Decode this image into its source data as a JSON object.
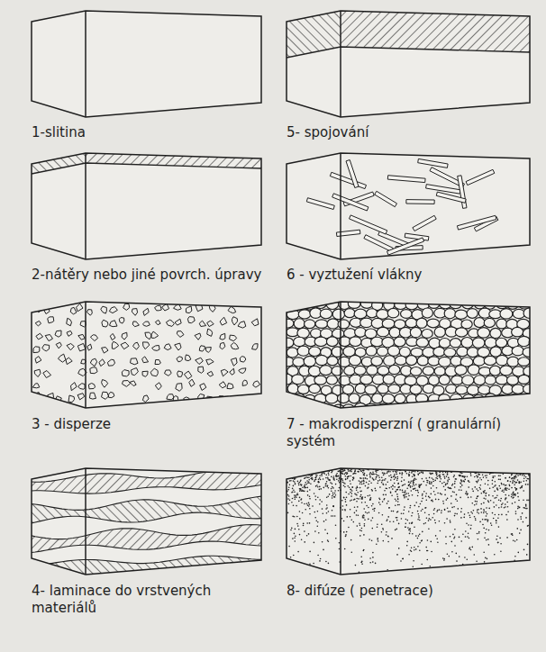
{
  "diagram": {
    "labels": [
      "1-slitina",
      "5- spojování",
      "2-nátěry nebo jiné povrch. úpravy",
      "6 - vyztužení vlákny",
      "3 - disperze",
      "7 - makrodisperzní ( granulární) systém",
      "4- laminace do vrstvených materiálů",
      "8- difúze ( penetrace)"
    ]
  }
}
